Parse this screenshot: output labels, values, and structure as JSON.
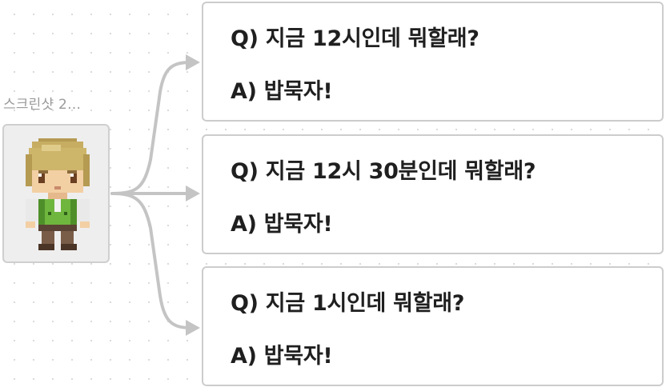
{
  "source": {
    "label": "스크린샷 2…",
    "icon": "pixel-character-sprite"
  },
  "cards": [
    {
      "question": "Q) 지금 12시인데 뭐할래?",
      "answer": "A) 밥묵자!"
    },
    {
      "question": "Q) 지금 12시 30분인데 뭐할래?",
      "answer": "A) 밥묵자!"
    },
    {
      "question": "Q) 지금 1시인데 뭐할래?",
      "answer": "A) 밥묵자!"
    }
  ],
  "colors": {
    "connector": "#c4c4c4",
    "card_border": "#cccccc",
    "node_bg": "#eeeeee",
    "label_text": "#9a9a9a",
    "card_text": "#1f1f1f"
  }
}
